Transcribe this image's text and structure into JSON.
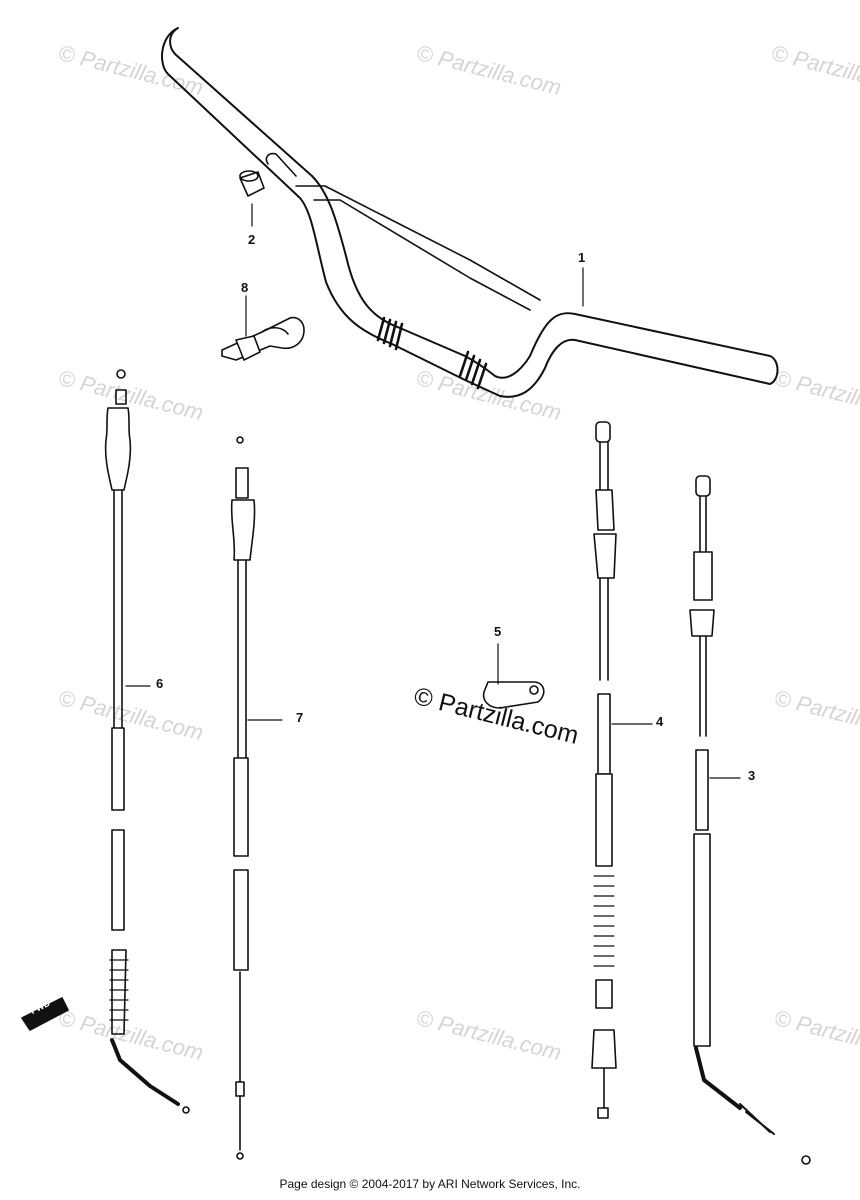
{
  "watermark": {
    "repeat_text": "© Partzilla.com",
    "main_text": "© Partzilla.com"
  },
  "callouts": {
    "p1": "1",
    "p2": "2",
    "p3": "3",
    "p4": "4",
    "p5": "5",
    "p6": "6",
    "p7": "7",
    "p8": "8"
  },
  "badge": "FWD",
  "footer": "Page design © 2004-2017 by ARI Network Services, Inc."
}
